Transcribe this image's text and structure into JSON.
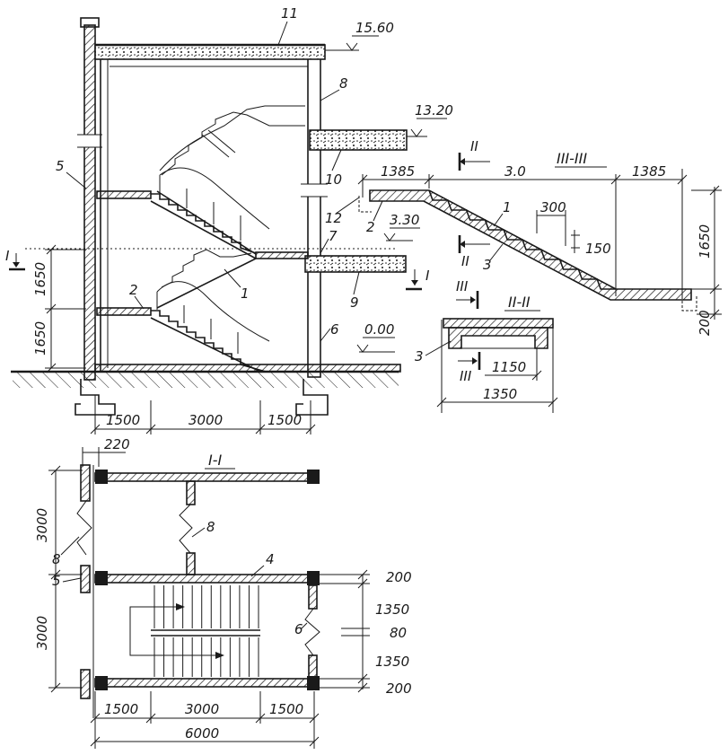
{
  "section_titles": {
    "plan": "I-I",
    "flight": "III-III",
    "detail": "II-II"
  },
  "section_marks": {
    "I": "I",
    "II": "II",
    "III": "III"
  },
  "callouts": [
    "1",
    "2",
    "3",
    "4",
    "5",
    "6",
    "7",
    "8",
    "9",
    "10",
    "11",
    "12"
  ],
  "elevations": {
    "roof": "15.60",
    "canopy": "13.20",
    "entrance": "3.30",
    "ground": "0.00"
  },
  "main_section": {
    "dim_bottom": [
      "1500",
      "3000",
      "1500"
    ],
    "dim_left": [
      "1650",
      "1650"
    ]
  },
  "flight_section": {
    "dim_top": [
      "1385",
      "3.0",
      "1385"
    ],
    "dim_right": [
      "1650",
      "200"
    ],
    "step_width": "300",
    "step_height": "150"
  },
  "detail_section": {
    "dim_inner": "1150",
    "dim_outer": "1350"
  },
  "plan": {
    "wall": "220",
    "dim_left": [
      "3000",
      "3000"
    ],
    "dim_right": [
      "200",
      "1350",
      "80",
      "1350",
      "200"
    ],
    "dim_bottom": [
      "1500",
      "3000",
      "1500"
    ],
    "dim_total": "6000"
  }
}
